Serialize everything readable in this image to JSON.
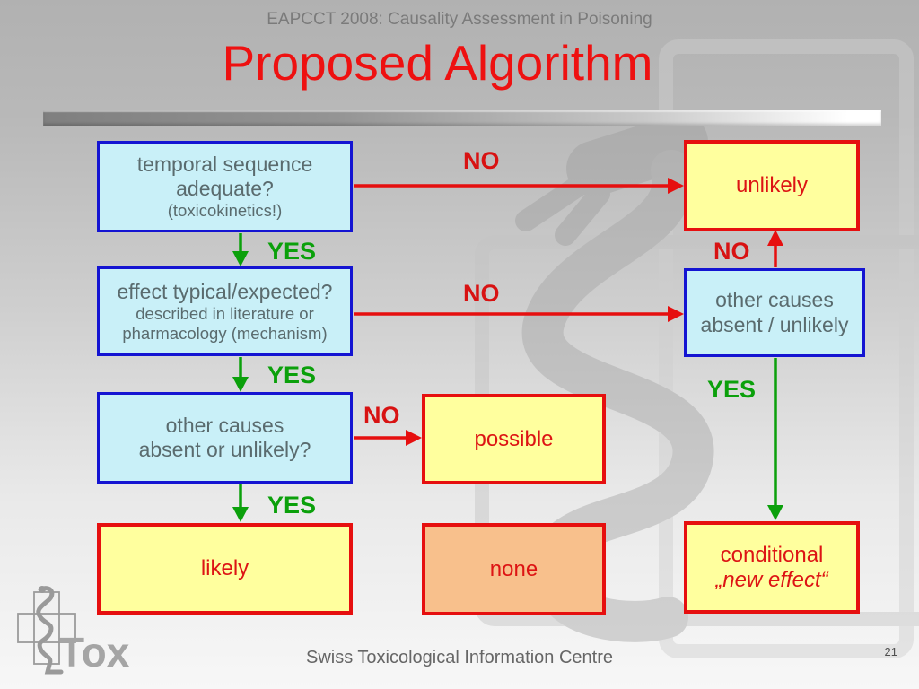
{
  "slide": {
    "header": "EAPCCT 2008: Causality Assessment in Poisoning",
    "title": "Proposed Algorithm",
    "footer": "Swiss Toxicological Information Centre",
    "page_number": "21",
    "logo_text": "Tox"
  },
  "colors": {
    "title-color": "#ee1111",
    "question-fill": "#c9f0f8",
    "question-border": "#1414d2",
    "question-text": "#5a6b6e",
    "result-fill-yellow": "#ffff9e",
    "result-fill-orange": "#f8c08c",
    "result-border": "#e60f0f",
    "result-text": "#dd1414",
    "arrow-red": "#e60f0f",
    "no-color": "#d81212",
    "yes-color": "#0ba00b"
  },
  "boxes": {
    "temporal": {
      "line1": "temporal sequence",
      "line2": "adequate?",
      "sub": "(toxicokinetics!)"
    },
    "effect": {
      "line1": "effect typical/expected?",
      "sub1": "described in literature or",
      "sub2": "pharmacology (mechanism)"
    },
    "other_causes_left": {
      "line1": "other causes",
      "line2": "absent or unlikely?"
    },
    "other_causes_right": {
      "line1": "other causes",
      "line2": "absent / unlikely"
    },
    "unlikely": {
      "label": "unlikely"
    },
    "possible": {
      "label": "possible"
    },
    "likely": {
      "label": "likely"
    },
    "none": {
      "label": "none"
    },
    "conditional": {
      "line1": "conditional",
      "line2": "„new effect“"
    }
  },
  "edge_labels": {
    "no1": "NO",
    "yes1": "YES",
    "no2": "NO",
    "yes2": "YES",
    "no3": "NO",
    "yes3": "YES",
    "no4": "NO",
    "yes4": "YES"
  }
}
